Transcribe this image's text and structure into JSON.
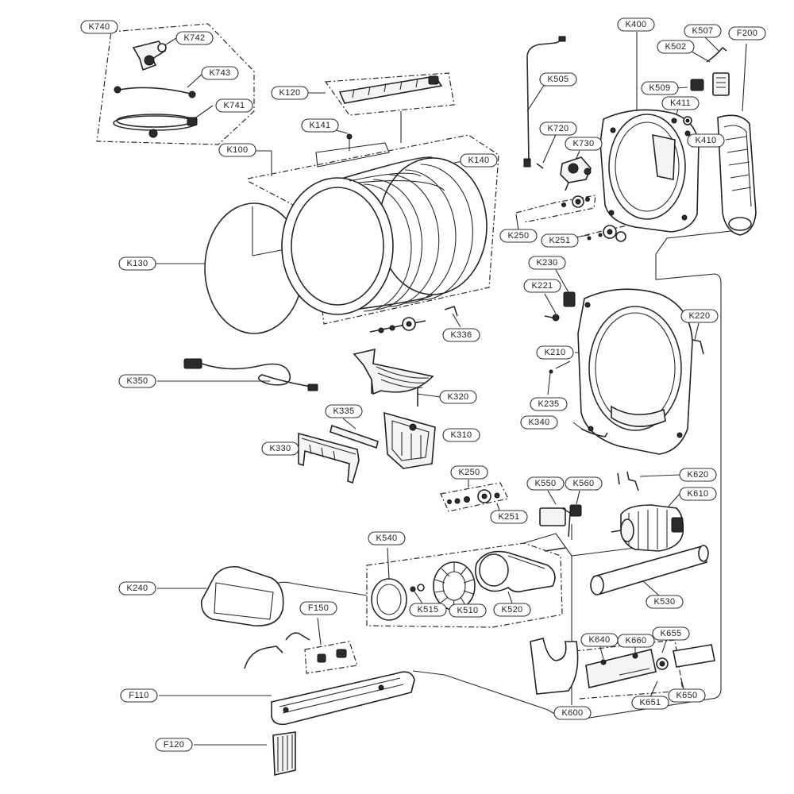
{
  "labels": {
    "k740": "K740",
    "k742": "K742",
    "k743": "K743",
    "k741": "K741",
    "k120": "K120",
    "k141": "K141",
    "k100": "K100",
    "k140": "K140",
    "k130": "K130",
    "k336": "K336",
    "k350": "K350",
    "k320": "K320",
    "k335": "K335",
    "k310": "K310",
    "k330": "K330",
    "k505": "K505",
    "k720": "K720",
    "k730": "K730",
    "k250_top": "K250",
    "k251_top": "K251",
    "k400": "K400",
    "k507": "K507",
    "f200": "F200",
    "k502": "K502",
    "k509": "K509",
    "k411": "K411",
    "k410": "K410",
    "k230": "K230",
    "k221": "K221",
    "k220": "K220",
    "k210": "K210",
    "k235": "K235",
    "k340": "K340",
    "k250_mid": "K250",
    "k251_mid": "K251",
    "k550": "K550",
    "k560": "K560",
    "k620": "K620",
    "k610": "K610",
    "k540": "K540",
    "k515": "K515",
    "k510": "K510",
    "k520": "K520",
    "k530": "K530",
    "k240": "K240",
    "f150": "F150",
    "f110": "F110",
    "f120": "F120",
    "k640": "K640",
    "k660": "K660",
    "k655": "K655",
    "k600": "K600",
    "k651": "K651",
    "k650": "K650"
  }
}
